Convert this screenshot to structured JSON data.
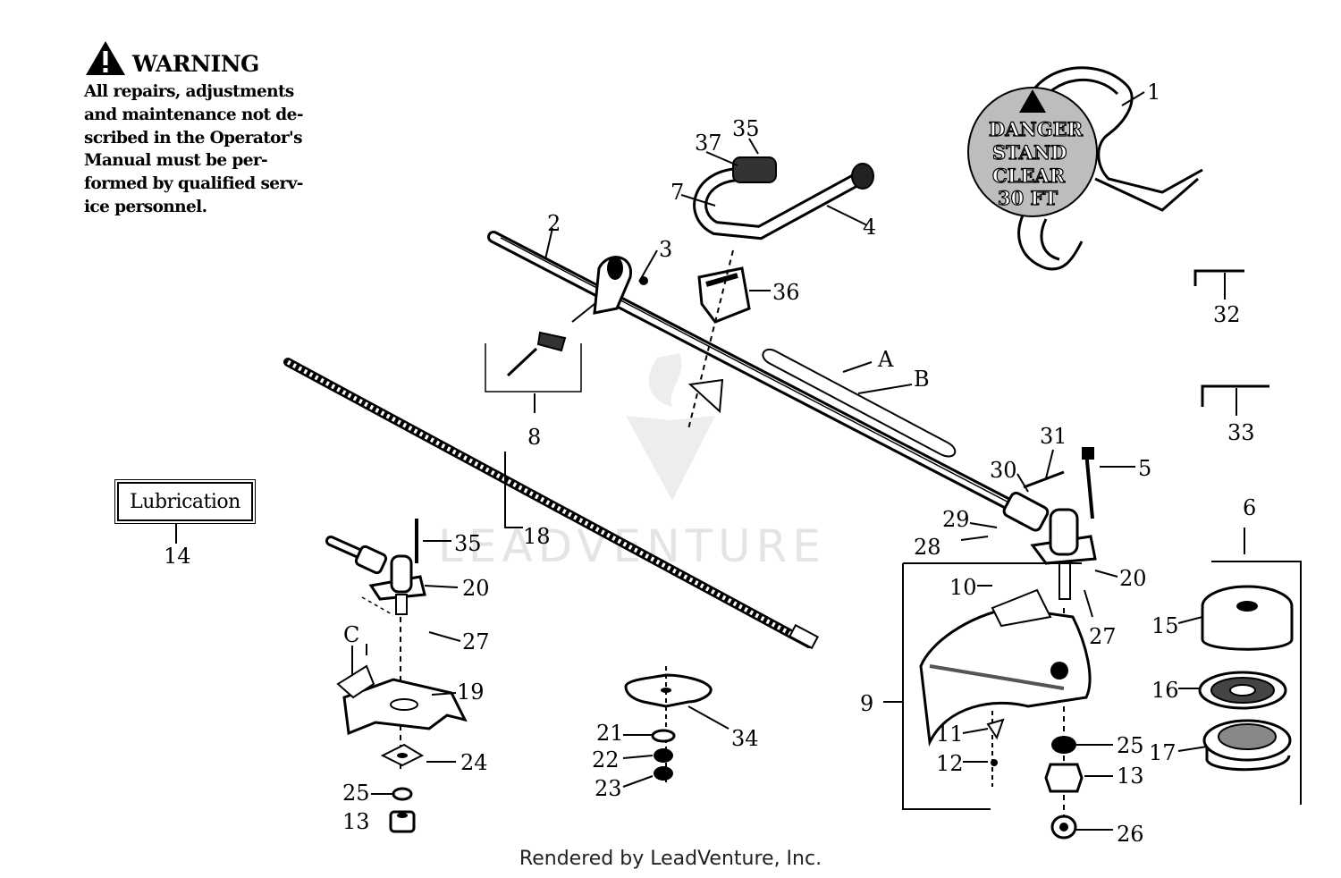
{
  "warning": {
    "title": "WARNING",
    "lines": [
      "All repairs, adjustments",
      "and maintenance not de-",
      "scribed in the Operator's",
      "Manual must be per-",
      "formed by qualified serv-",
      "ice personnel."
    ]
  },
  "lubrication_label": "Lubrication",
  "danger_label": [
    "DANGER",
    "STAND",
    "CLEAR",
    "30 FT"
  ],
  "watermark": "LEADVENTURE",
  "footer": "Rendered by LeadVenture, Inc.",
  "callouts": [
    "1",
    "2",
    "3",
    "4",
    "5",
    "6",
    "7",
    "8",
    "9",
    "10",
    "11",
    "12",
    "13",
    "14",
    "15",
    "16",
    "17",
    "18",
    "19",
    "20",
    "21",
    "22",
    "23",
    "24",
    "25",
    "26",
    "27",
    "28",
    "29",
    "30",
    "31",
    "32",
    "33",
    "34",
    "35",
    "36",
    "37",
    "A",
    "B",
    "C"
  ]
}
